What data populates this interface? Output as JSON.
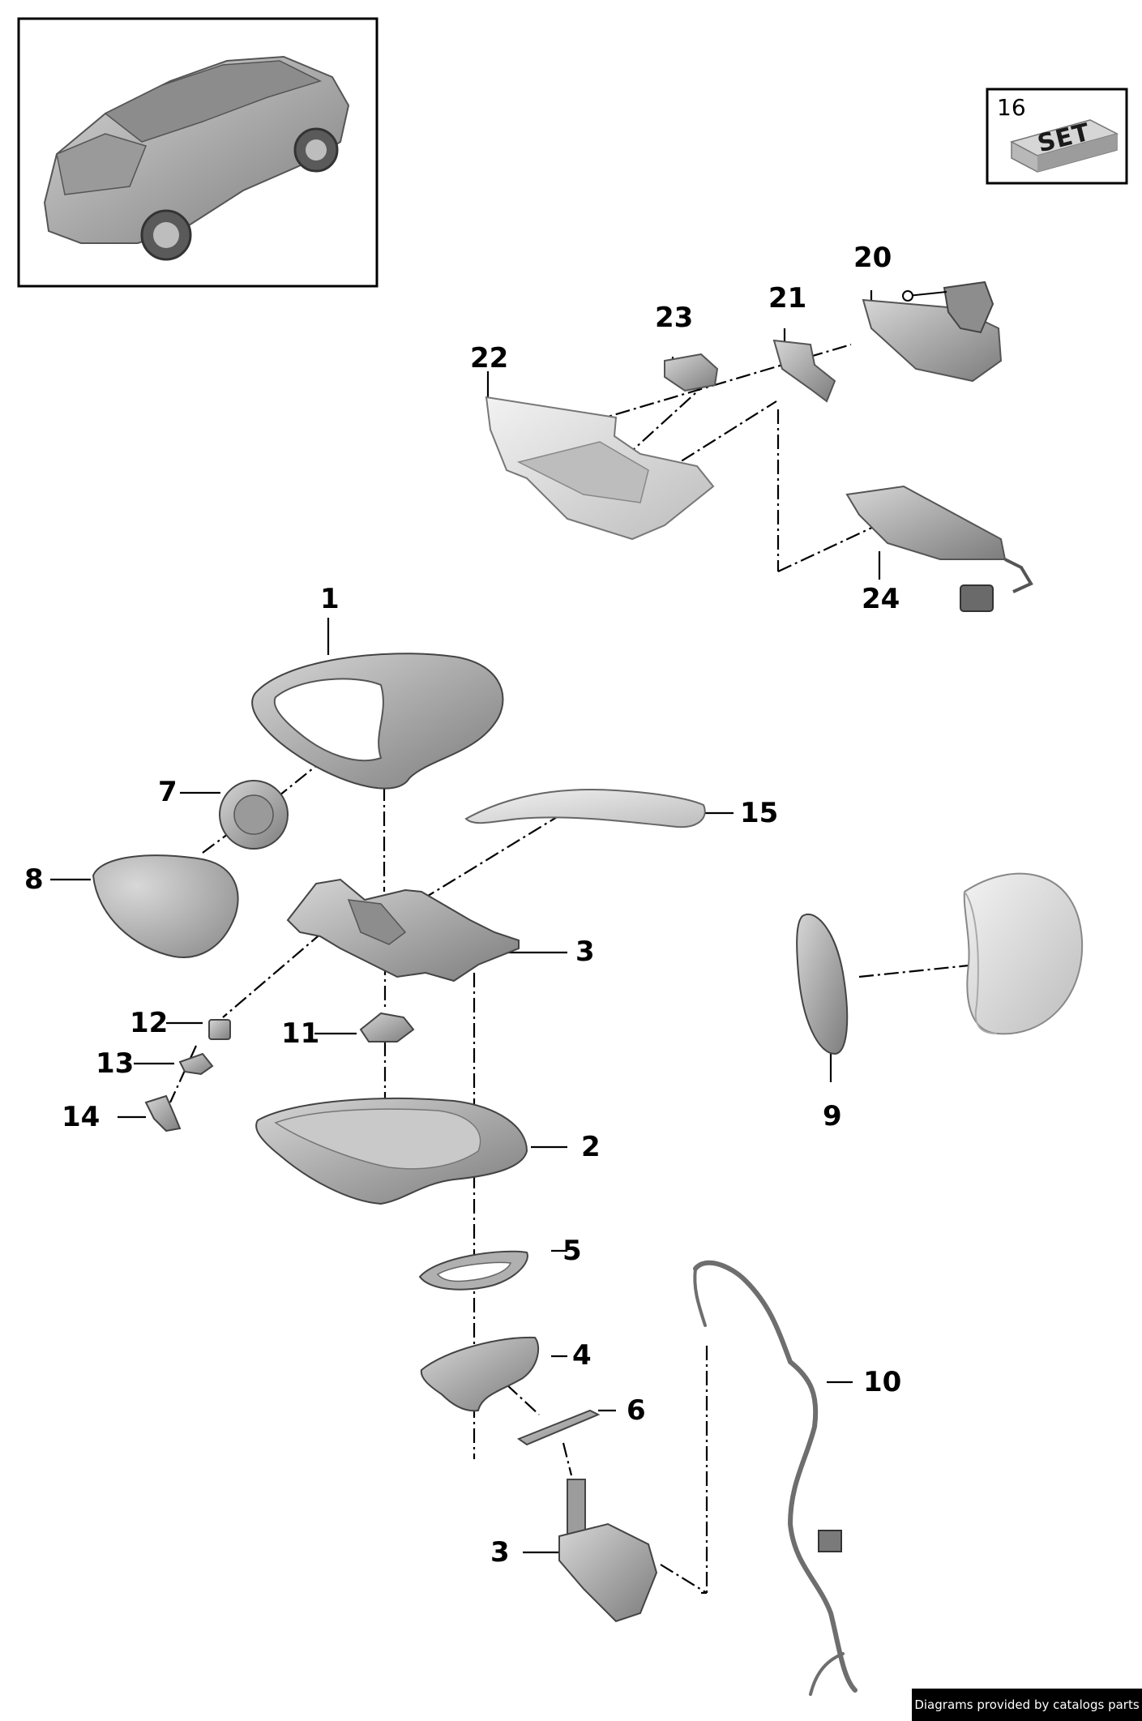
{
  "callouts": {
    "c1": "1",
    "c2": "2",
    "c3a": "3",
    "c3b": "3",
    "c4": "4",
    "c5": "5",
    "c6": "6",
    "c7": "7",
    "c8": "8",
    "c9": "9",
    "c10": "10",
    "c11": "11",
    "c12": "12",
    "c13": "13",
    "c14": "14",
    "c15": "15",
    "c20": "20",
    "c21": "21",
    "c22": "22",
    "c23": "23",
    "c24": "24"
  },
  "set_box": {
    "number": "16",
    "label": "SET"
  },
  "footer": {
    "credit": "Diagrams provided by catalogs parts"
  },
  "colors": {
    "part_fill": "#a8a8a8",
    "part_dark": "#6e6e6e",
    "part_light": "#d4d4d4",
    "line": "#000000"
  }
}
